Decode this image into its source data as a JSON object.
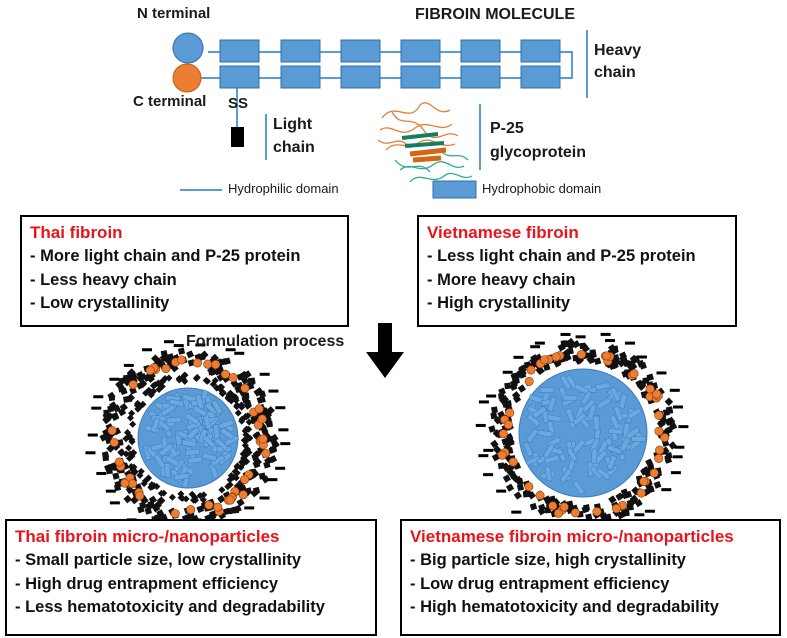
{
  "molecule": {
    "title": "FIBROIN MOLECULE",
    "n_terminal": "N terminal",
    "c_terminal": "C terminal",
    "ss": "SS",
    "heavy_chain": "Heavy\nchain",
    "light_chain": "Light\nchain",
    "p25": "P-25\nglycoprotein"
  },
  "legend": {
    "hydrophilic": "Hydrophilic domain",
    "hydrophobic": "Hydrophobic domain"
  },
  "process": {
    "label": "Formulation process"
  },
  "thai_fibroin": {
    "title": "Thai fibroin",
    "items": [
      "- More light chain and P-25 protein",
      "- Less heavy chain",
      "- Low crystallinity"
    ]
  },
  "viet_fibroin": {
    "title": "Vietnamese fibroin",
    "items": [
      "- Less light chain and P-25 protein",
      "- More heavy chain",
      "- High crystallinity"
    ]
  },
  "thai_particles": {
    "title": "Thai fibroin micro-/nanoparticles",
    "items": [
      "- Small particle size, low crystallinity",
      "- High drug entrapment efficiency",
      "- Less hematotoxicity and degradability"
    ]
  },
  "viet_particles": {
    "title": "Vietnamese fibroin micro-/nanoparticles",
    "items": [
      "- Big particle size, high crystallinity",
      "- Low drug entrapment efficiency",
      "- High hematotoxicity and degradability"
    ]
  },
  "colors": {
    "domain_blue": "#5b9bd5",
    "domain_border": "#2e6fad",
    "n_terminal": "#5b9bd5",
    "c_terminal": "#ed7d31",
    "title_red": "#e8141b",
    "charge_black": "#000000",
    "shell_orange": "#ed7d31"
  }
}
